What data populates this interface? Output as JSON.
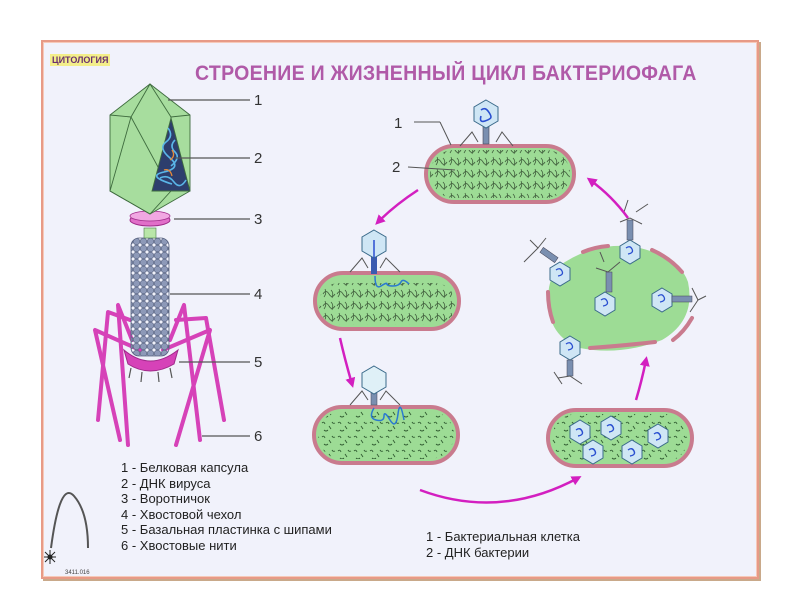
{
  "poster": {
    "subject_tag": "ЦИТОЛОГИЯ",
    "title": "СТРОЕНИЕ И ЖИЗНЕННЫЙ ЦИКЛ БАКТЕРИОФАГА",
    "catalog_code": "3411.016"
  },
  "phage_structure": {
    "callout_numbers": [
      "1",
      "2",
      "3",
      "4",
      "5",
      "6"
    ],
    "legend": [
      "1 - Белковая капсула",
      "2 - ДНК вируса",
      "3 - Воротничок",
      "4 - Хвостовой чехол",
      "5 - Базальная пластинка с шипами",
      "6 - Хвостовые нити"
    ]
  },
  "life_cycle": {
    "callout_numbers": [
      "1",
      "2"
    ],
    "stages": [
      "attachment",
      "dna-injection",
      "viral-dna-in-cell",
      "phage-assembly",
      "lysis"
    ],
    "legend": [
      "1 -  Бактериальная клетка",
      "2 - ДНК бактерии"
    ]
  },
  "colors": {
    "title": "#b05aa8",
    "capsid_green": "#9fd89a",
    "cell_green": "#9ddc95",
    "cell_wall": "#c97b8e",
    "arrow_magenta": "#d31fc0",
    "tail_fibers": "#d642b8",
    "sheath_gray": "#8a95b5",
    "phage_head_blue": "#cfe6f5"
  }
}
